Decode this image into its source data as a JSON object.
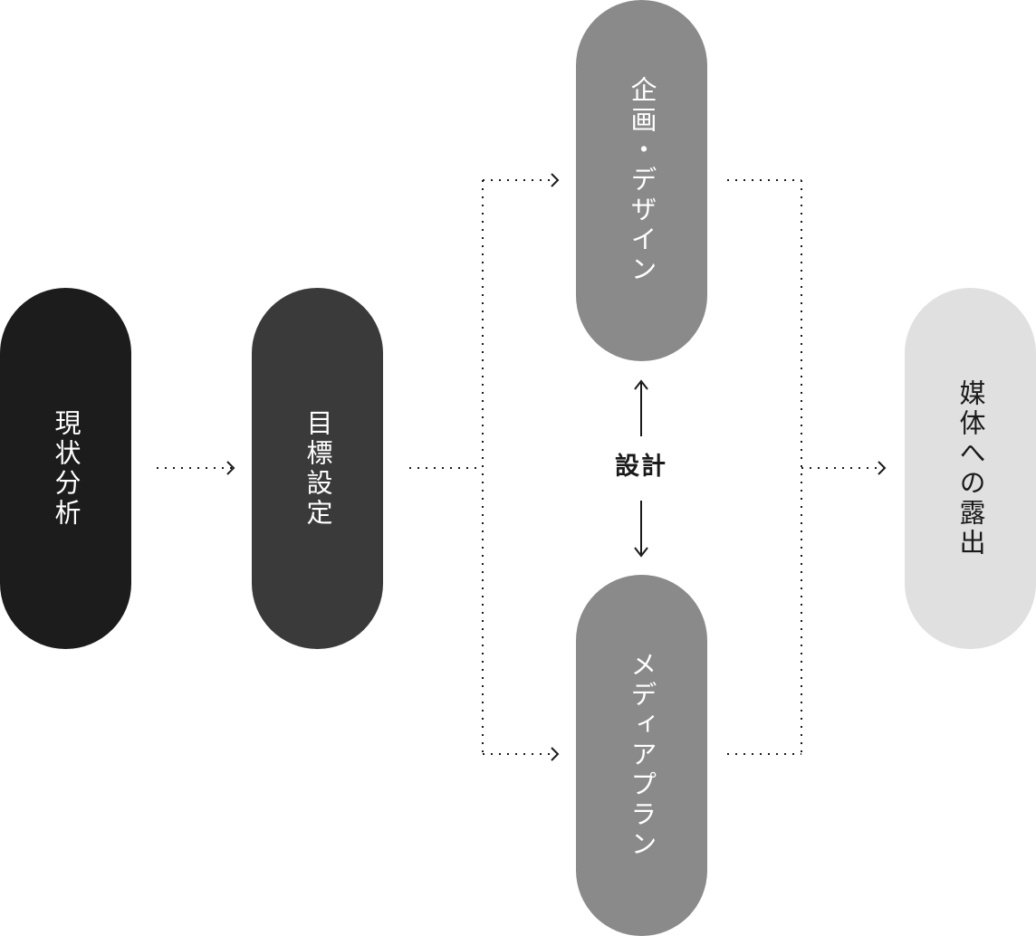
{
  "diagram": {
    "nodes": {
      "current_analysis": "現状分析",
      "goal_setting": "目標設定",
      "planning_design": "企画・デザイン",
      "media_plan": "メディアプラン",
      "media_exposure": "媒体への露出"
    },
    "design_label": "設計",
    "colors": {
      "current_analysis": "#1c1c1c",
      "goal_setting": "#3a3a3a",
      "planning_design": "#8a8a8a",
      "media_plan": "#8a8a8a",
      "media_exposure": "#e0e0e0",
      "connector": "#1a1a1a"
    }
  }
}
